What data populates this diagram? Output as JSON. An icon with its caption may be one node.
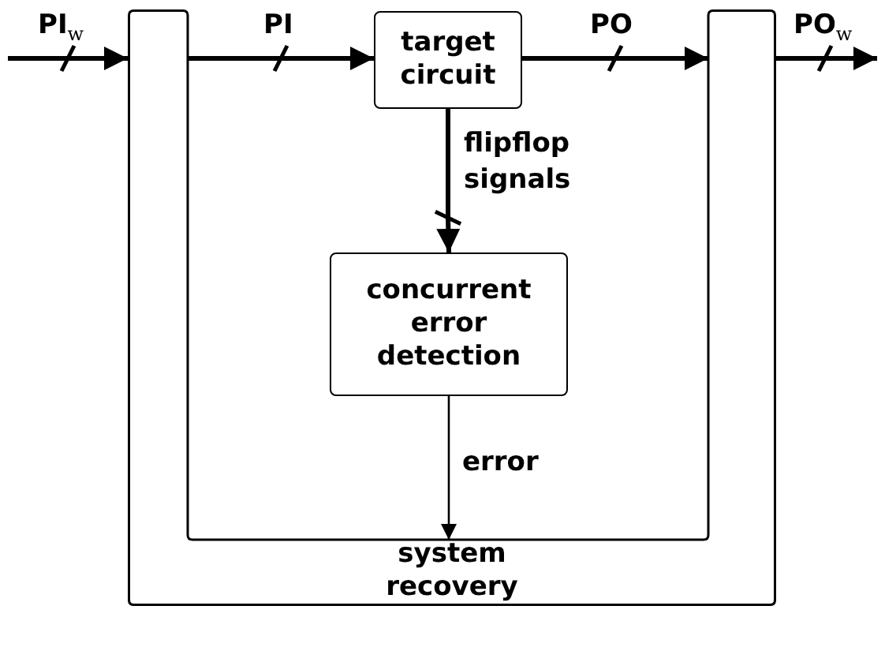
{
  "diagram": {
    "nodes": [
      {
        "text": [
          "target circuit"
        ]
      },
      {
        "text": [
          "concurrent error detection"
        ]
      },
      {
        "text": [
          "system recovery"
        ]
      }
    ],
    "edges": [
      {
        "from": null,
        "to": 2,
        "arrow": "to",
        "label": "PI$_{w}$"
      },
      {
        "from": 2,
        "to": 0,
        "arrow": "to",
        "label": "PI"
      },
      {
        "from": 0,
        "to": 2,
        "arrow": "to",
        "label": "PO"
      },
      {
        "from": 2,
        "to": null,
        "arrow": "to",
        "label": "PO$_{w}$"
      },
      {
        "from": 0,
        "to": 1,
        "arrow": "to",
        "label": "flipflop signals"
      },
      {
        "from": 1,
        "to": 2,
        "arrow": "to",
        "label": "error"
      }
    ]
  }
}
